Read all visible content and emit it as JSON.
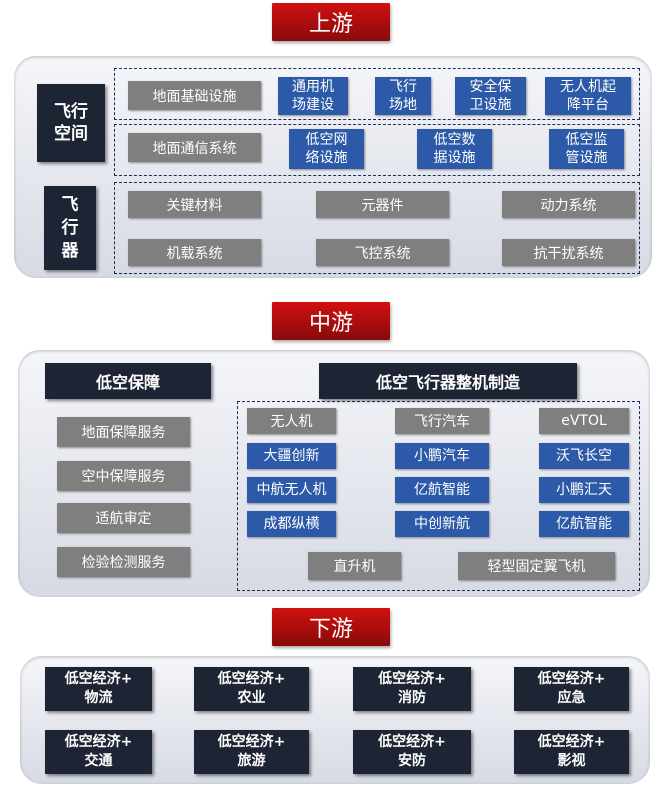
{
  "upstream": {
    "title": "上游",
    "flight_space": "飞行\n空间",
    "aircraft": "飞\n行\n器",
    "row1": [
      "地面基础设施",
      "通用机\n场建设",
      "飞行\n场地",
      "安全保\n卫设施",
      "无人机起\n降平台"
    ],
    "row2": [
      "地面通信系统",
      "低空网\n络设施",
      "低空数\n据设施",
      "低空监\n管设施"
    ],
    "parts": [
      "关键材料",
      "元器件",
      "动力系统",
      "机载系统",
      "飞控系统",
      "抗干扰系统"
    ]
  },
  "midstream": {
    "title": "中游",
    "support_title": "低空保障",
    "support_items": [
      "地面保障服务",
      "空中保障服务",
      "适航审定",
      "检验检测服务"
    ],
    "mfg_title": "低空飞行器整机制造",
    "categories": [
      "无人机",
      "飞行汽车",
      "eVTOL"
    ],
    "companies": [
      [
        "大疆创新",
        "中航无人机",
        "成都纵横"
      ],
      [
        "小鹏汽车",
        "亿航智能",
        "中创新航"
      ],
      [
        "沃飞长空",
        "小鹏汇天",
        "亿航智能"
      ]
    ],
    "bottom": [
      "直升机",
      "轻型固定翼飞机"
    ]
  },
  "downstream": {
    "title": "下游",
    "items": [
      [
        "低空经济+",
        "物流"
      ],
      [
        "低空经济+",
        "农业"
      ],
      [
        "低空经济+",
        "消防"
      ],
      [
        "低空经济+",
        "应急"
      ],
      [
        "低空经济+",
        "交通"
      ],
      [
        "低空经济+",
        "旅游"
      ],
      [
        "低空经济+",
        "安防"
      ],
      [
        "低空经济+",
        "影视"
      ]
    ]
  },
  "colors": {
    "header_red": "#c00d0d",
    "dark_box": "#1d2433",
    "blue_box": "#2c5aa8",
    "gray_box": "#7f7f7f",
    "panel": "#e3e6ee"
  }
}
